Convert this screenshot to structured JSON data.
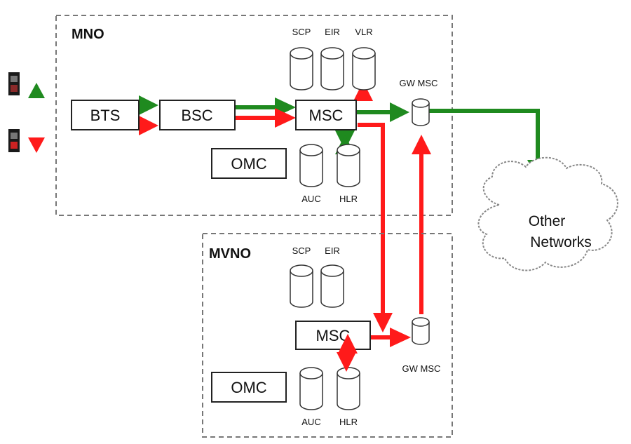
{
  "colors": {
    "green": "#1f8a1f",
    "red": "#ff1a1a",
    "border": "#777777",
    "box_stroke": "#222222"
  },
  "regions": {
    "mno": {
      "label": "MNO"
    },
    "mvno": {
      "label": "MVNO"
    }
  },
  "mno": {
    "boxes": {
      "bts": "BTS",
      "bsc": "BSC",
      "msc": "MSC",
      "omc": "OMC"
    },
    "databases": {
      "scp": "SCP",
      "eir": "EIR",
      "vlr": "VLR",
      "auc": "AUC",
      "hlr": "HLR",
      "gw_msc": "GW MSC"
    }
  },
  "mvno": {
    "boxes": {
      "msc": "MSC",
      "omc": "OMC"
    },
    "databases": {
      "scp": "SCP",
      "eir": "EIR",
      "auc": "AUC",
      "hlr": "HLR",
      "gw_msc": "GW MSC"
    }
  },
  "cloud": {
    "line1": "Other",
    "line2": "Networks"
  },
  "icons": {
    "uplink": "mobile-phone-uplink-icon",
    "downlink": "mobile-phone-downlink-icon"
  }
}
